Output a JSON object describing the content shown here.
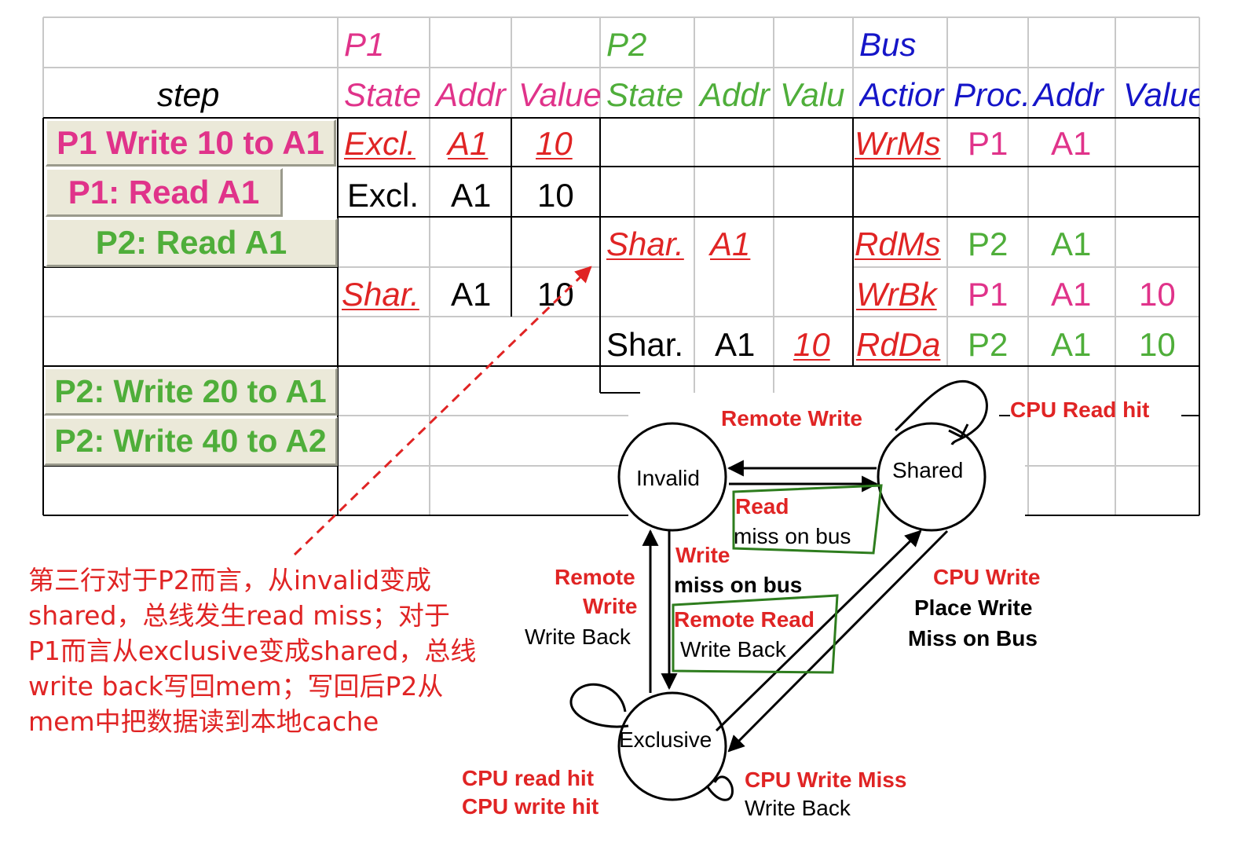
{
  "table": {
    "group_headers": {
      "p1": "P1",
      "p2": "P2",
      "bus": "Bus"
    },
    "sub_headers": {
      "step": "step",
      "p1_state": "State",
      "p1_addr": "Addr",
      "p1_value": "Value",
      "p2_state": "State",
      "p2_addr": "Addr",
      "p2_value": "Valu",
      "bus_action": "Actior",
      "bus_proc": "Proc.",
      "bus_addr": "Addr",
      "bus_value": "Value"
    },
    "steps": {
      "s1": "P1 Write 10 to A1",
      "s2": "P1: Read A1",
      "s3": "P2: Read A1",
      "s4": "P2: Write 20 to A1",
      "s5": "P2: Write 40 to A2"
    },
    "row1": {
      "p1_state": "Excl.",
      "p1_addr": "A1",
      "p1_value": "10",
      "bus_action": "WrMs",
      "bus_proc": "P1",
      "bus_addr": "A1"
    },
    "row2": {
      "p1_state": "Excl.",
      "p1_addr": "A1",
      "p1_value": "10"
    },
    "row3": {
      "p2_state": "Shar.",
      "p2_addr": "A1",
      "bus_action": "RdMs",
      "bus_proc": "P2",
      "bus_addr": "A1"
    },
    "row4": {
      "p1_state": "Shar.",
      "p1_addr": "A1",
      "p1_value": "10",
      "bus_action": "WrBk",
      "bus_proc": "P1",
      "bus_addr": "A1",
      "bus_value": "10"
    },
    "row5": {
      "p2_state": "Shar.",
      "p2_addr": "A1",
      "p2_value": "10",
      "bus_action": "RdDa",
      "bus_proc": "P2",
      "bus_addr": "A1",
      "bus_value": "10"
    }
  },
  "diagram": {
    "states": {
      "invalid": "Invalid",
      "shared": "Shared",
      "exclusive": "Exclusive"
    },
    "labels": {
      "remote_write_top": "Remote Write",
      "cpu_read_hit": "CPU Read hit",
      "read": "Read",
      "miss_on_bus": "miss on bus",
      "write": "Write",
      "write_miss_on_bus": "miss on bus",
      "remote": "Remote",
      "write2": "Write",
      "write_back_left": "Write Back",
      "remote_read": "Remote Read",
      "write_back_mid": "Write Back",
      "cpu_write": "CPU Write",
      "place_write": "Place Write",
      "miss_on_bus_right": "Miss on Bus",
      "cpu_read_hit_ex": "CPU read hit",
      "cpu_write_hit": "CPU write hit",
      "cpu_write_miss": "CPU Write Miss",
      "write_back_bottom": "Write Back"
    }
  },
  "note": {
    "line1": "第三行对于P2而言，从invalid变成",
    "line2": "shared，总线发生read miss；对于",
    "line3": "P1而言从exclusive变成shared，总线",
    "line4": "write back写回mem；写回后P2从",
    "line5": "mem中把数据读到本地cache"
  },
  "colors": {
    "p1": "#e0338a",
    "p2": "#4fae3a",
    "bus": "#1515c8",
    "annotation": "#e02424",
    "highlight_box": "#2e7d1e"
  }
}
